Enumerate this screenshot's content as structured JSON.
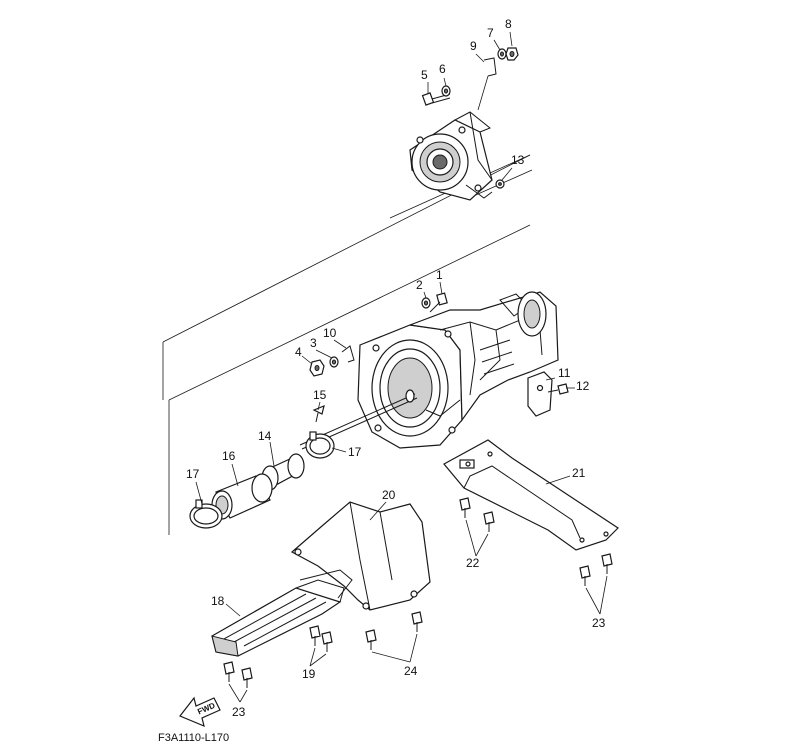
{
  "diagram": {
    "drawing_code": "F3A1110-L170",
    "direction_marker": "FWD",
    "callouts": [
      {
        "id": "c1",
        "text": "1"
      },
      {
        "id": "c2",
        "text": "2"
      },
      {
        "id": "c3",
        "text": "3"
      },
      {
        "id": "c4",
        "text": "4"
      },
      {
        "id": "c5",
        "text": "5"
      },
      {
        "id": "c6",
        "text": "6"
      },
      {
        "id": "c7",
        "text": "7"
      },
      {
        "id": "c8",
        "text": "8"
      },
      {
        "id": "c9",
        "text": "9"
      },
      {
        "id": "c10",
        "text": "10"
      },
      {
        "id": "c11",
        "text": "11"
      },
      {
        "id": "c12",
        "text": "12"
      },
      {
        "id": "c13",
        "text": "13"
      },
      {
        "id": "c14",
        "text": "14"
      },
      {
        "id": "c15",
        "text": "15"
      },
      {
        "id": "c16",
        "text": "16"
      },
      {
        "id": "c17a",
        "text": "17"
      },
      {
        "id": "c17b",
        "text": "17"
      },
      {
        "id": "c18",
        "text": "18"
      },
      {
        "id": "c19",
        "text": "19"
      },
      {
        "id": "c20",
        "text": "20"
      },
      {
        "id": "c21",
        "text": "21"
      },
      {
        "id": "c22",
        "text": "22"
      },
      {
        "id": "c23a",
        "text": "23"
      },
      {
        "id": "c23b",
        "text": "23"
      },
      {
        "id": "c24",
        "text": "24"
      }
    ]
  }
}
